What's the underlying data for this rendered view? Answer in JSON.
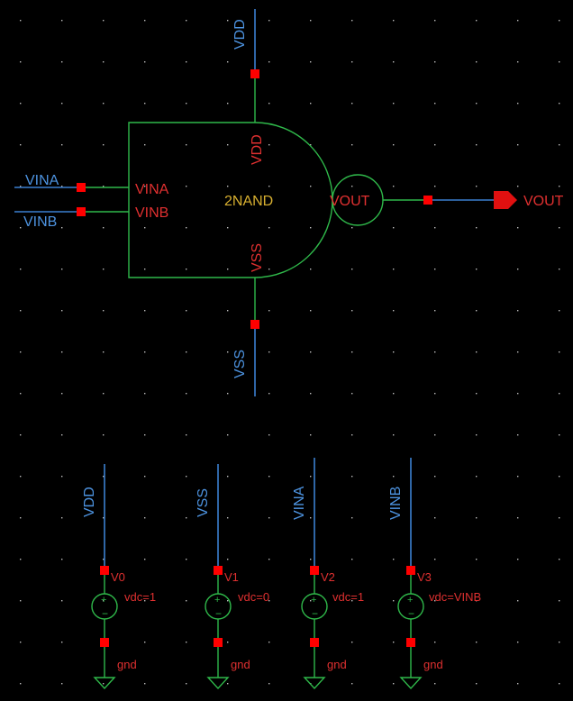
{
  "gate": {
    "instance_label": "2NAND",
    "pins": {
      "vina": "VINA",
      "vinb": "VINB",
      "vdd": "VDD",
      "vss": "VSS",
      "vout": "VOUT"
    }
  },
  "nets": {
    "vdd": "VDD",
    "vss": "VSS",
    "vina": "VINA",
    "vinb": "VINB",
    "vout": "VOUT"
  },
  "sources": [
    {
      "net": "VDD",
      "instance": "V0",
      "param": "vdc=1",
      "ground": "gnd"
    },
    {
      "net": "VSS",
      "instance": "V1",
      "param": "vdc=0",
      "ground": "gnd"
    },
    {
      "net": "VINA",
      "instance": "V2",
      "param": "vdc=1",
      "ground": "gnd"
    },
    {
      "net": "VINB",
      "instance": "V3",
      "param": "vdc=VINB",
      "ground": "gnd"
    }
  ],
  "colors": {
    "wire": "#3b7fd0",
    "symbol": "#2fb84a",
    "pin": "#ff0000",
    "instance_label": "#d8b030",
    "background": "#000000"
  }
}
